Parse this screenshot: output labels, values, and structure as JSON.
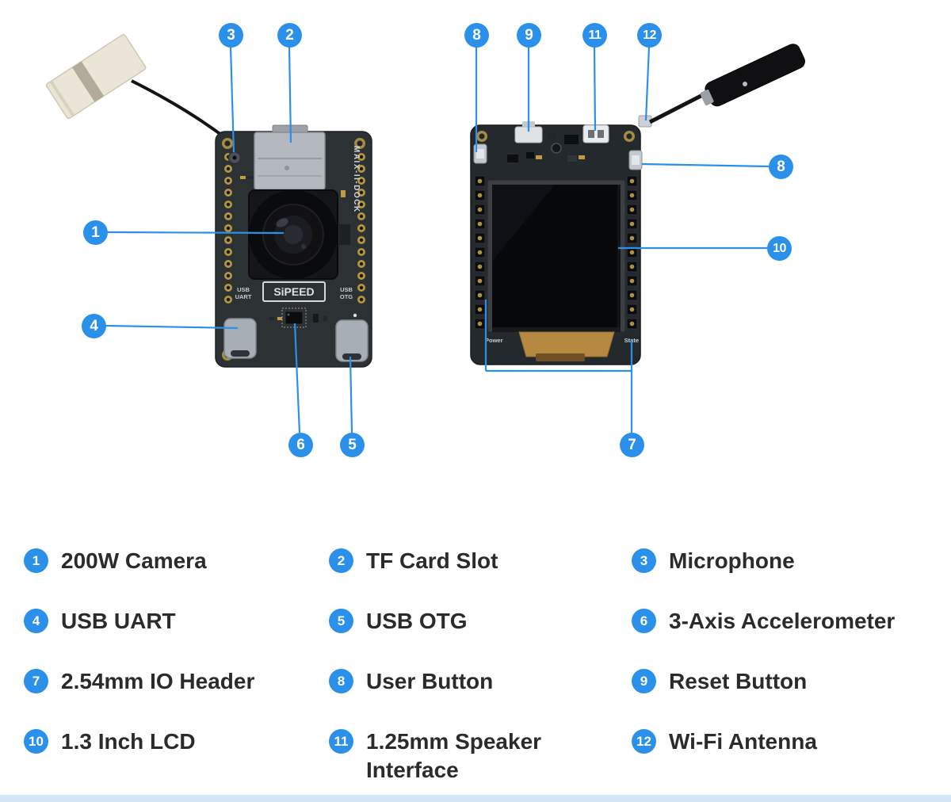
{
  "colors": {
    "accent": "#2b90ea",
    "bottom_bar": "#d3e6f6"
  },
  "diagram": {
    "callouts": [
      {
        "num": "3"
      },
      {
        "num": "2"
      },
      {
        "num": "8"
      },
      {
        "num": "9"
      },
      {
        "num": "11"
      },
      {
        "num": "12"
      },
      {
        "num": "1"
      },
      {
        "num": "4"
      },
      {
        "num": "8"
      },
      {
        "num": "10"
      },
      {
        "num": "6"
      },
      {
        "num": "5"
      },
      {
        "num": "7"
      }
    ],
    "board_front": {
      "logo": "SiPEED",
      "model": "MAIX-II-DOCK",
      "usb1_l1": "USB",
      "usb1_l2": "UART",
      "usb2_l1": "USB",
      "usb2_l2": "OTG"
    },
    "board_back": {
      "power": "Power",
      "state": "State"
    }
  },
  "legend": {
    "items": [
      {
        "num": "1",
        "label": "200W Camera"
      },
      {
        "num": "2",
        "label": "TF Card Slot"
      },
      {
        "num": "3",
        "label": "Microphone"
      },
      {
        "num": "4",
        "label": "USB UART"
      },
      {
        "num": "5",
        "label": "USB OTG"
      },
      {
        "num": "6",
        "label": "3-Axis Accelerometer"
      },
      {
        "num": "7",
        "label": "2.54mm IO Header"
      },
      {
        "num": "8",
        "label": "User Button"
      },
      {
        "num": "9",
        "label": "Reset Button"
      },
      {
        "num": "10",
        "label": "1.3 Inch LCD"
      },
      {
        "num": "11",
        "label": "1.25mm Speaker Interface"
      },
      {
        "num": "12",
        "label": "Wi-Fi Antenna"
      }
    ]
  }
}
